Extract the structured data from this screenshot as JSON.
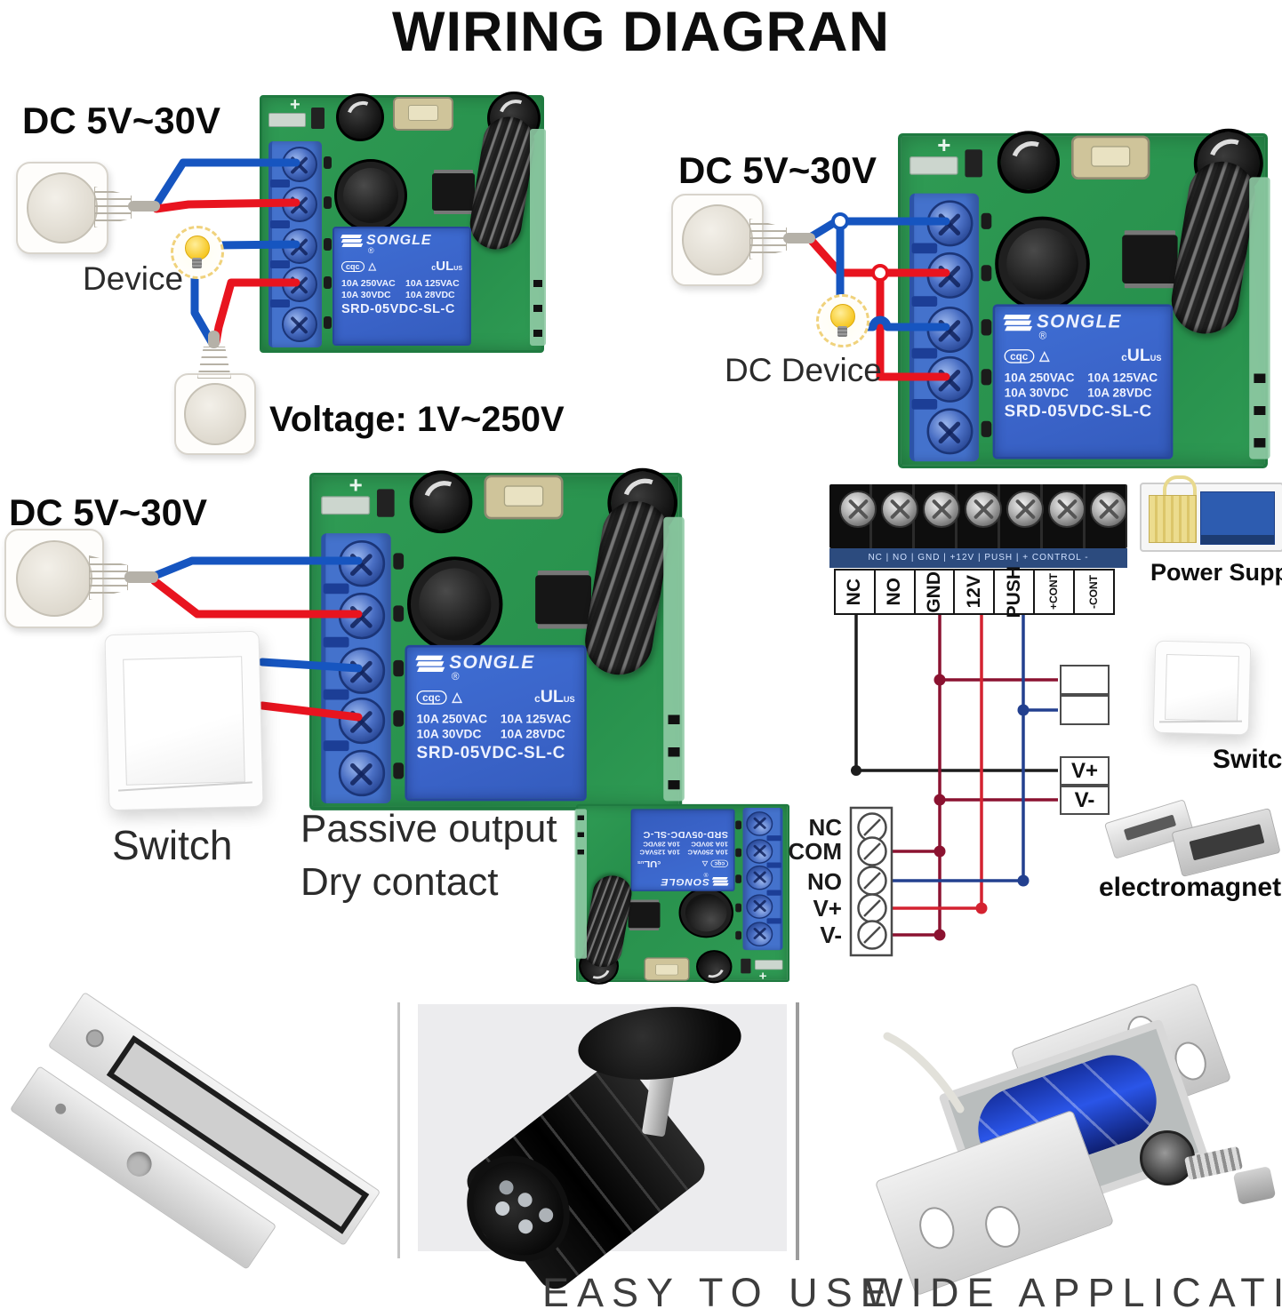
{
  "title": "WIRING DIAGRAN",
  "colors": {
    "wire_blue": "#1655c0",
    "wire_red": "#e8141f",
    "line_black": "#1c1c1c",
    "line_darkred": "#8b1230",
    "line_red": "#d42230",
    "line_darkblue": "#23408f",
    "pcb_green": "#2f9b54",
    "relay_blue": "#3f6fd4",
    "terminal_blue": "#4472cc"
  },
  "module": {
    "plus": "+",
    "brand": "SONGLE",
    "reg": "®",
    "cert_cqc": "cqc",
    "cert_tri": "△",
    "cert_ul_c": "c",
    "cert_ul": "UL",
    "cert_us": "US",
    "ratings": [
      "10A 250VAC",
      "10A 125VAC",
      "10A 30VDC",
      "10A 28VDC"
    ],
    "part_number": "SRD-05VDC-SL-C"
  },
  "sections": {
    "top_left": {
      "dc_label": "DC 5V~30V",
      "device_label": "Device",
      "voltage_label": "Voltage: 1V~250V"
    },
    "top_right": {
      "dc_label": "DC 5V~30V",
      "device_label": "DC Device"
    },
    "mid_left": {
      "dc_label": "DC 5V~30V",
      "switch_label": "Switch",
      "output_line1": "Passive output",
      "output_line2": "Dry contact"
    },
    "wiring": {
      "terminal_labels": [
        "NC",
        "NO",
        "GND",
        "12V",
        "PUSH",
        "+CONT",
        "-CONT"
      ],
      "block_print": "NC | NO | GND | +12V | PUSH | + CONTROL -",
      "power_supply_label": "Power Supply",
      "switch_label": "Switch",
      "lock_label": "electromagnetic lock",
      "sub_terminals": [
        "NC",
        "COM",
        "NO",
        "V+",
        "V-"
      ],
      "vplus": "V+",
      "vminus": "V-"
    }
  },
  "footer": {
    "left": "EASY TO USE",
    "right": "WIDE APPLICATION"
  }
}
